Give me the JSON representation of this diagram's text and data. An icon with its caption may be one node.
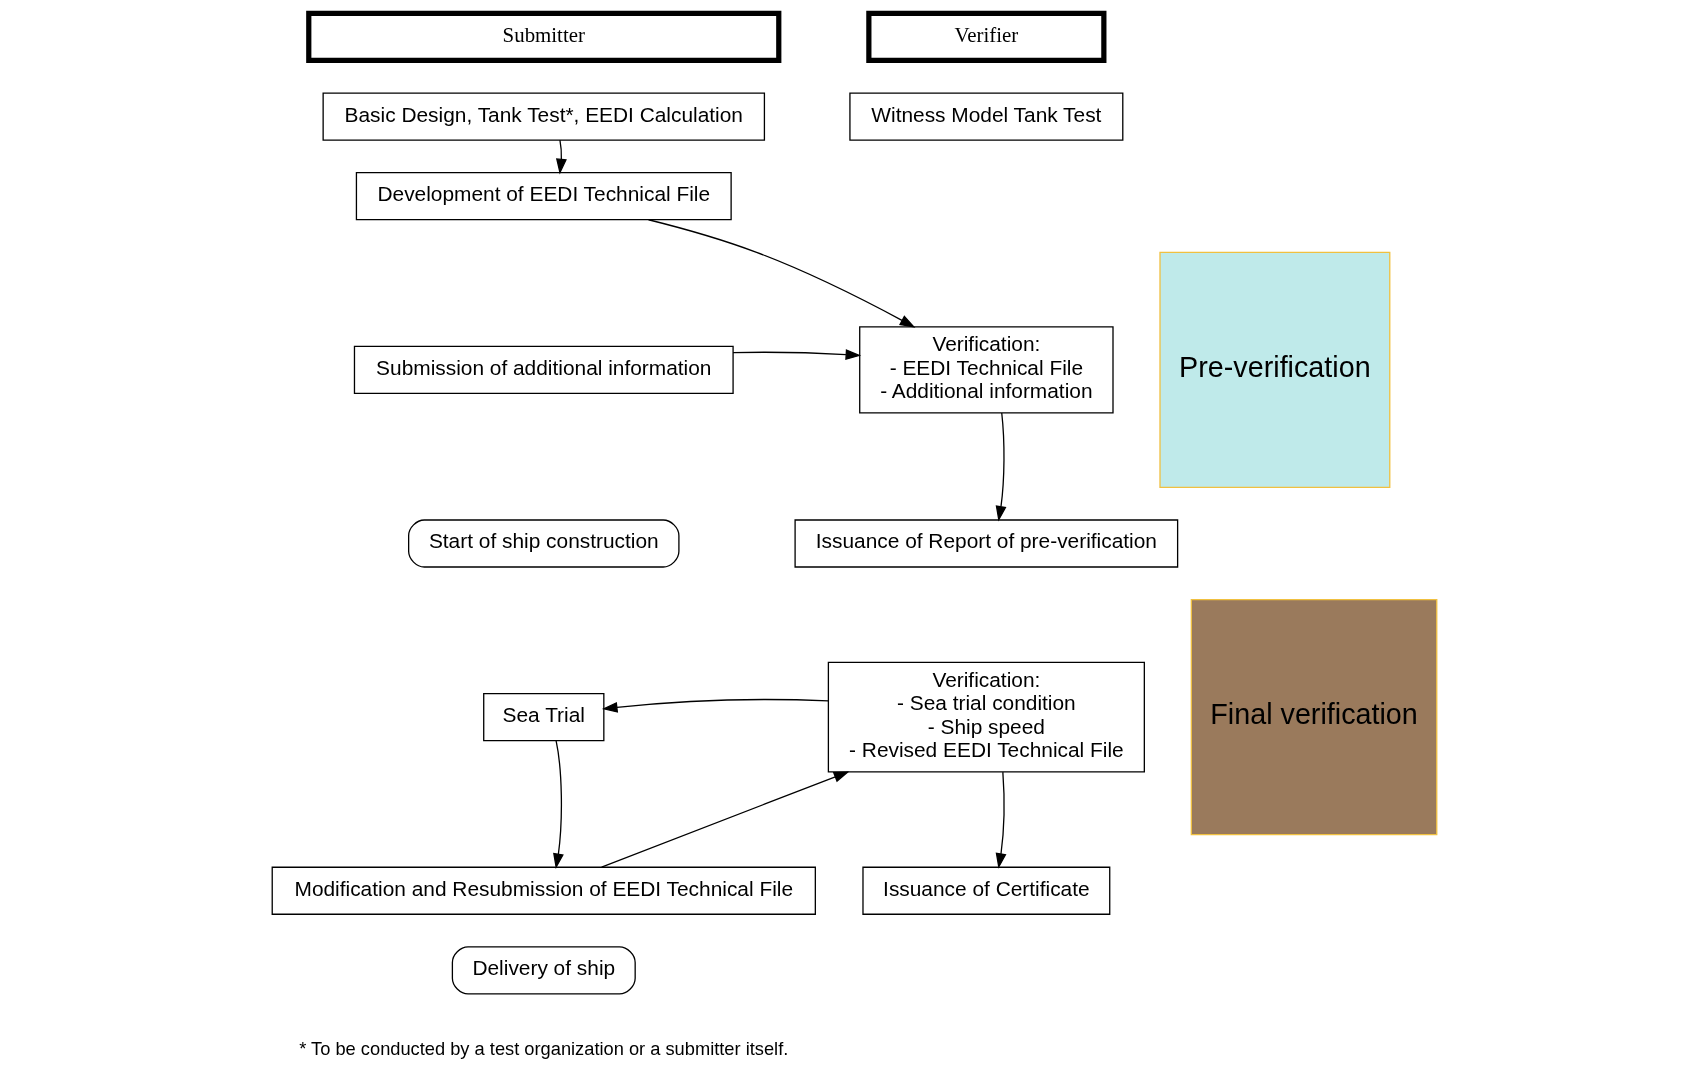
{
  "diagram": {
    "nodes": [
      {
        "text": [
          "Submitter"
        ]
      },
      {
        "text": [
          "Verifier"
        ]
      },
      {
        "text": [
          "Basic Design, Tank Test*, EEDI Calculation"
        ]
      },
      {
        "text": [
          "Witness Model Tank Test"
        ]
      },
      {
        "text": [
          "Development of EEDI Technical File"
        ]
      },
      {
        "text": [
          "Verification:",
          "- EEDI Technical File",
          "- Additional information"
        ]
      },
      {
        "text": [
          "Submission of additional information"
        ]
      },
      {
        "text": [
          "Issuance of Report of pre-verification"
        ]
      },
      {
        "text": [
          "Start of ship construction"
        ]
      },
      {
        "text": [
          "Sea Trial"
        ]
      },
      {
        "text": [
          "Verification:",
          "- Sea trial condition",
          "- Ship speed",
          "- Revised EEDI Technical File"
        ]
      },
      {
        "text": [
          "Modification and Resubmission of EEDI Technical File"
        ]
      },
      {
        "text": [
          "Issuance of Certificate"
        ]
      },
      {
        "text": [
          "Delivery of ship"
        ]
      },
      {
        "text": [
          "Pre-verification"
        ]
      },
      {
        "text": [
          "Final verification"
        ]
      }
    ],
    "edges": [
      {
        "from": 2,
        "to": 4,
        "arrow": "to"
      },
      {
        "from": 4,
        "to": 5,
        "arrow": "to"
      },
      {
        "from": 6,
        "to": 5,
        "arrow": "to"
      },
      {
        "from": 5,
        "to": 7,
        "arrow": "to"
      },
      {
        "from": 10,
        "to": 9,
        "arrow": "to"
      },
      {
        "from": 9,
        "to": 11,
        "arrow": "to"
      },
      {
        "from": 11,
        "to": 10,
        "arrow": "to"
      },
      {
        "from": 10,
        "to": 12,
        "arrow": "to"
      }
    ],
    "labels": [
      "*",
      "To be conducted by a test organization or a submitter itself."
    ]
  }
}
